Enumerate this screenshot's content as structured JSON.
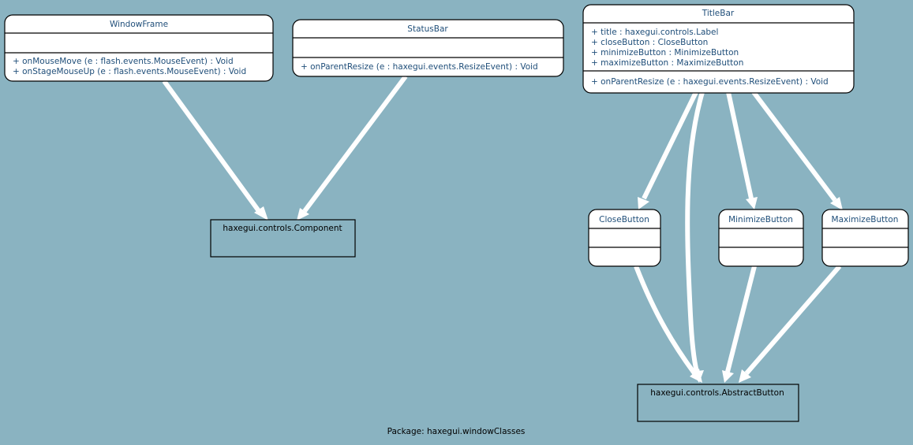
{
  "package_label": "Package: haxegui.windowClasses",
  "classes": {
    "window_frame": {
      "name": "WindowFrame",
      "attributes": [],
      "methods": [
        "+ onMouseMove (e : flash.events.MouseEvent) : Void",
        "+ onStageMouseUp (e : flash.events.MouseEvent) : Void"
      ]
    },
    "status_bar": {
      "name": "StatusBar",
      "attributes": [],
      "methods": [
        "+ onParentResize (e : haxegui.events.ResizeEvent) : Void"
      ]
    },
    "title_bar": {
      "name": "TitleBar",
      "attributes": [
        "+ title : haxegui.controls.Label",
        "+ closeButton : CloseButton",
        "+ minimizeButton : MinimizeButton",
        "+ maximizeButton : MaximizeButton"
      ],
      "methods": [
        "+ onParentResize (e : haxegui.events.ResizeEvent) : Void"
      ]
    },
    "close_button": {
      "name": "CloseButton",
      "attributes": [],
      "methods": []
    },
    "minimize_button": {
      "name": "MinimizeButton",
      "attributes": [],
      "methods": []
    },
    "maximize_button": {
      "name": "MaximizeButton",
      "attributes": [],
      "methods": []
    }
  },
  "external_classes": {
    "component": {
      "name": "haxegui.controls.Component"
    },
    "abstract_button": {
      "name": "haxegui.controls.AbstractButton"
    }
  },
  "edges": [
    {
      "from": "WindowFrame",
      "to": "haxegui.controls.Component"
    },
    {
      "from": "StatusBar",
      "to": "haxegui.controls.Component"
    },
    {
      "from": "TitleBar",
      "to": "CloseButton"
    },
    {
      "from": "TitleBar",
      "to": "haxegui.controls.AbstractButton"
    },
    {
      "from": "TitleBar",
      "to": "MinimizeButton"
    },
    {
      "from": "TitleBar",
      "to": "MaximizeButton"
    },
    {
      "from": "CloseButton",
      "to": "haxegui.controls.AbstractButton"
    },
    {
      "from": "MinimizeButton",
      "to": "haxegui.controls.AbstractButton"
    },
    {
      "from": "MaximizeButton",
      "to": "haxegui.controls.AbstractButton"
    }
  ],
  "colors": {
    "background": "#8ab3c1",
    "edge": "#ffffff",
    "class_text": "#1f4e79"
  }
}
